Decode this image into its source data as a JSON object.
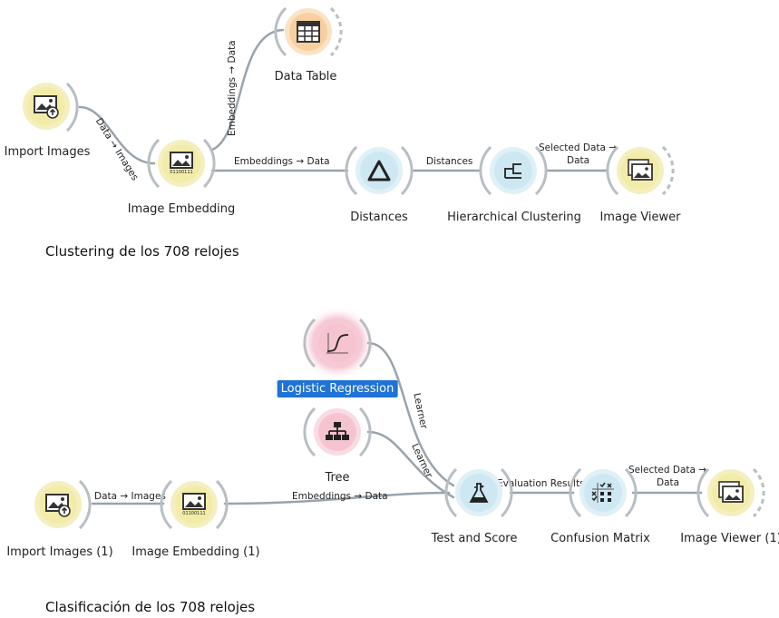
{
  "workflow1": {
    "annotation": "Clustering de los 708 relojes",
    "nodes": {
      "import_images": "Import Images",
      "image_embedding": "Image Embedding",
      "data_table": "Data Table",
      "distances": "Distances",
      "hierarchical_clustering": "Hierarchical Clustering",
      "image_viewer": "Image Viewer"
    },
    "links": {
      "import_to_embedding": "Data → Images",
      "embedding_to_table": "Embeddings → Data",
      "embedding_to_distances": "Embeddings → Data",
      "distances_to_clustering": "Distances",
      "clustering_to_viewer_1": "Selected Data →",
      "clustering_to_viewer_2": "Data"
    }
  },
  "workflow2": {
    "annotation": "Clasificación de los 708 relojes",
    "nodes": {
      "import_images": "Import Images (1)",
      "image_embedding": "Image Embedding (1)",
      "logistic_regression": "Logistic Regression",
      "tree": "Tree",
      "test_and_score": "Test and Score",
      "confusion_matrix": "Confusion Matrix",
      "image_viewer": "Image Viewer (1)"
    },
    "links": {
      "import_to_embedding": "Data → Images",
      "embedding_to_test": "Embeddings → Data",
      "logreg_to_test": "Learner",
      "tree_to_test": "Learner",
      "test_to_confusion": "Evaluation Results",
      "confusion_to_viewer_1": "Selected Data →",
      "confusion_to_viewer_2": "Data"
    }
  },
  "icons": {
    "import_images": "image-import-icon",
    "image_embedding": "image-embedding-icon",
    "data_table": "table-icon",
    "distances": "delta-icon",
    "hierarchical_clustering": "dendrogram-icon",
    "image_viewer": "image-stack-icon",
    "logistic_regression": "sigmoid-icon",
    "tree": "tree-icon",
    "test_and_score": "flask-icon",
    "confusion_matrix": "matrix-icon"
  },
  "embedding_icon_text": "01100111",
  "colors": {
    "data_nodes": "#f2eca8",
    "unsupervised": "#f8cf9f",
    "distances": "#cde8f2",
    "models": "#f6c3d0",
    "selection": "#1f73d6",
    "links": "#9aa3ab"
  }
}
